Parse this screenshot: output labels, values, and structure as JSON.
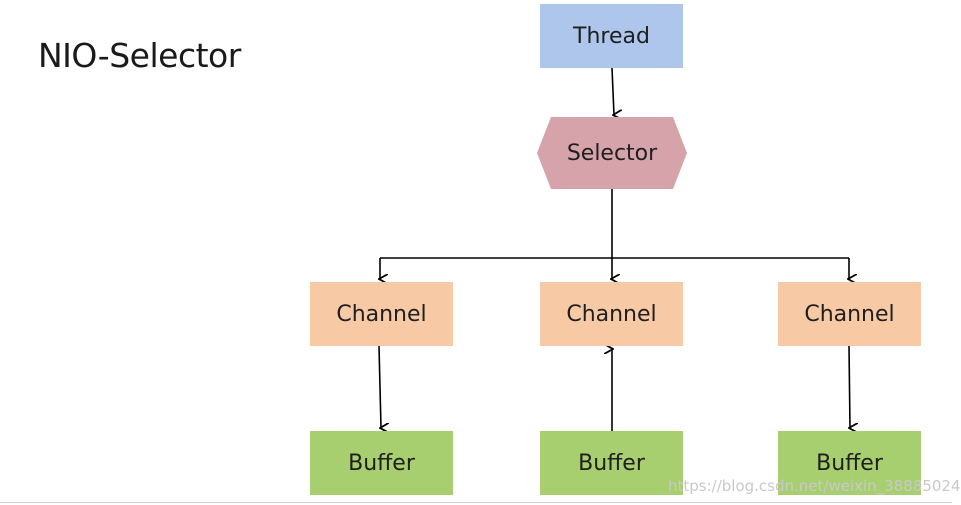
{
  "title": "NIO-Selector",
  "nodes": {
    "thread": "Thread",
    "selector": "Selector",
    "channels": [
      "Channel",
      "Channel",
      "Channel"
    ],
    "buffers": [
      "Buffer",
      "Buffer",
      "Buffer"
    ]
  },
  "colors": {
    "thread": "#aec6ec",
    "selector": "#d7a3aa",
    "channel": "#f7c9a5",
    "buffer": "#a8cf6f"
  },
  "watermark": "https://blog.csdn.net/weixin_38885024"
}
